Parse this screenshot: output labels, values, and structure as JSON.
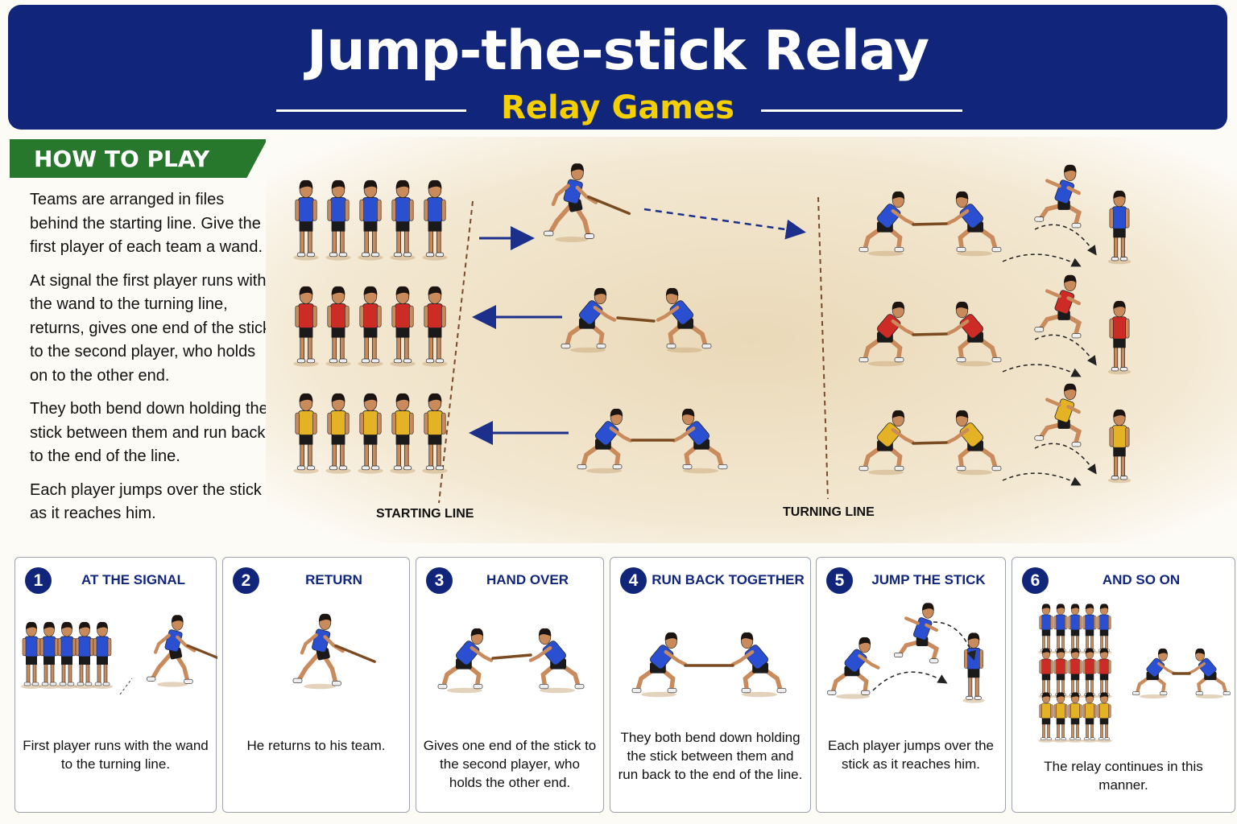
{
  "header": {
    "title": "Jump-the-stick Relay",
    "subtitle": "Relay Games"
  },
  "how_to_play": {
    "heading": "HOW TO PLAY",
    "paragraphs": [
      "Teams are arranged in files behind the starting line. Give the first player of each team a wand.",
      "At signal the first player runs with the wand to the turning line, returns, gives one end of the stick to the second player, who holds on to the other end.",
      "They both bend down holding the stick between them and run back to the end of the line.",
      "Each player jumps over the stick as it reaches him."
    ]
  },
  "field": {
    "starting_line_label": "STARTING LINE",
    "turning_line_label": "TURNING LINE"
  },
  "colors": {
    "navy": "#11267a",
    "yellow_title": "#f5d000",
    "green": "#27772c",
    "blue_shirt": "#2a4fd1",
    "red_shirt": "#cc2b26",
    "yellow_shirt": "#e3b325"
  },
  "steps": [
    {
      "number": "1",
      "title": "AT THE SIGNAL",
      "description": "First player runs with the wand to the turning line."
    },
    {
      "number": "2",
      "title": "RETURN",
      "description": "He returns to his team."
    },
    {
      "number": "3",
      "title": "HAND OVER",
      "description": "Gives one end of the stick to the second player, who holds the other end."
    },
    {
      "number": "4",
      "title": "RUN BACK TOGETHER",
      "description": "They both bend down holding the stick between them and run back to the end of the line."
    },
    {
      "number": "5",
      "title": "JUMP THE STICK",
      "description": "Each player jumps over the stick as it reaches him."
    },
    {
      "number": "6",
      "title": "AND SO ON",
      "description": "The relay continues in this manner."
    }
  ]
}
